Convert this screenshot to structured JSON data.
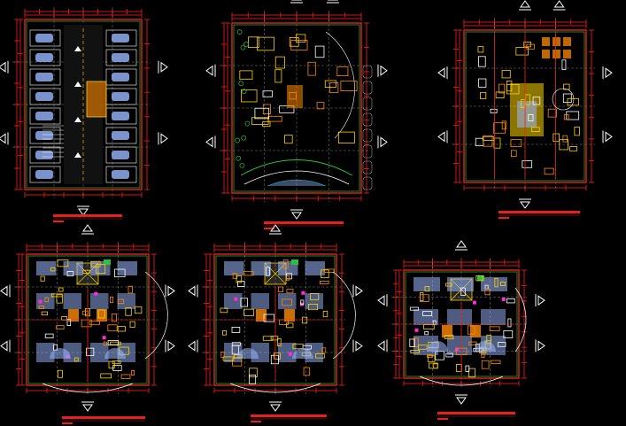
{
  "drawing": {
    "background": "#000000",
    "sheet_count": 6,
    "palette": {
      "wall_red": "#e8201c",
      "dim_red": "#cc1a16",
      "yellow": "#ffd400",
      "orange": "#ff8a00",
      "blue": "#5a78ff",
      "light_blue": "#9ab8ff",
      "green": "#29c23a",
      "cyan": "#00d6e6",
      "magenta": "#ff2bd6",
      "white": "#ffffff",
      "gray": "#9a9a9a"
    },
    "sheets": [
      {
        "id": "basement-parking-plan",
        "kind": "parking"
      },
      {
        "id": "ground-floor-plan",
        "kind": "ground"
      },
      {
        "id": "first-floor-plan",
        "kind": "office"
      },
      {
        "id": "typical-floor-plan-a",
        "kind": "apartments"
      },
      {
        "id": "typical-floor-plan-b",
        "kind": "apartments"
      },
      {
        "id": "top-floor-plan",
        "kind": "apartments-small"
      }
    ]
  }
}
